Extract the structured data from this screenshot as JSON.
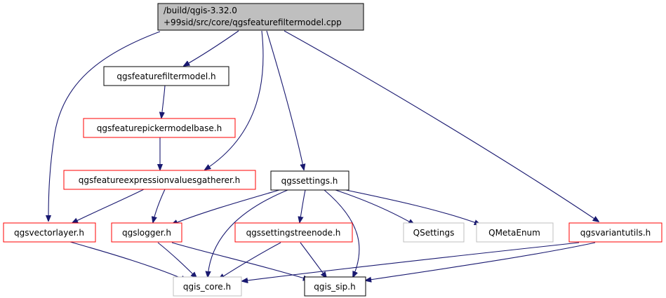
{
  "graph": {
    "root": {
      "line1": "/build/qgis-3.32.0",
      "line2": "+99sid/src/core/qgsfeaturefiltermodel.cpp"
    },
    "nodes": {
      "qgsfeaturefiltermodel_h": {
        "label": "qgsfeaturefiltermodel.h",
        "style": "documented"
      },
      "qgsfeaturepickermodelbase_h": {
        "label": "qgsfeaturepickermodelbase.h",
        "style": "red"
      },
      "qgsfeatureexpressionvaluesgatherer_h": {
        "label": "qgsfeatureexpressionvaluesgatherer.h",
        "style": "red"
      },
      "qgssettings_h": {
        "label": "qgssettings.h",
        "style": "documented"
      },
      "qgsvectorlayer_h": {
        "label": "qgsvectorlayer.h",
        "style": "red"
      },
      "qgslogger_h": {
        "label": "qgslogger.h",
        "style": "red"
      },
      "qgssettingstreenode_h": {
        "label": "qgssettingstreenode.h",
        "style": "red"
      },
      "qsettings": {
        "label": "QSettings",
        "style": "external"
      },
      "qmetaenum": {
        "label": "QMetaEnum",
        "style": "external"
      },
      "qgsvariantutils_h": {
        "label": "qgsvariantutils.h",
        "style": "red"
      },
      "qgis_core_h": {
        "label": "qgis_core.h",
        "style": "external"
      },
      "qgis_sip_h": {
        "label": "qgis_sip.h",
        "style": "documented"
      }
    },
    "colors": {
      "edge": "#191970",
      "root_fill": "#bfbfbf",
      "documented_border": "#000000",
      "red_border": "#ff0000",
      "external_border": "#bfbfbf"
    }
  }
}
